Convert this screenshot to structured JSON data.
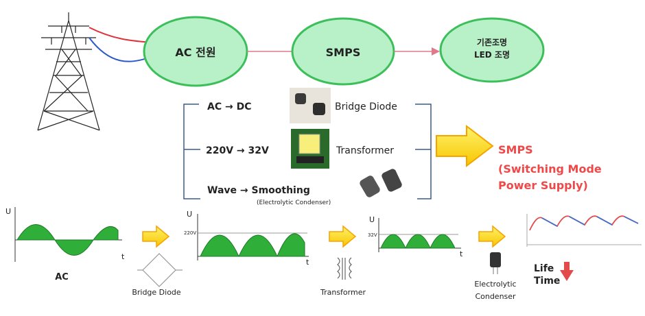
{
  "flow": {
    "ac_source": "AC 전원",
    "smps": "SMPS",
    "lighting_line1": "기존조명",
    "lighting_line2": "LED 조명"
  },
  "functions": [
    {
      "label": "AC → DC",
      "component": "Bridge Diode"
    },
    {
      "label": "220V → 32V",
      "component": "Transformer"
    },
    {
      "label": "Wave → Smoothing",
      "sublabel": "(Electrolytic Condenser)"
    }
  ],
  "result": {
    "line1": "SMPS",
    "line2": "(Switching Mode",
    "line3": "Power Supply)"
  },
  "waveforms": {
    "axis_u": "U",
    "axis_t": "t",
    "ac_label": "AC",
    "bridge_label": "Bridge Diode",
    "v220": "220V",
    "transformer_label": "Transformer",
    "v32": "32V",
    "condenser_line1": "Electrolytic",
    "condenser_line2": "Condenser",
    "life_line1": "Life",
    "life_line2": "Time"
  },
  "colors": {
    "ellipse_fill": "#b8f0c8",
    "ellipse_stroke": "#3cbf5a",
    "wave_fill": "#2fae3a",
    "arrow_fill": "#ffe93a",
    "arrow_stroke": "#f5a300",
    "result_red": "#f04848",
    "ripple_red": "#e34a4a",
    "ripple_blue": "#3a6fcf"
  }
}
